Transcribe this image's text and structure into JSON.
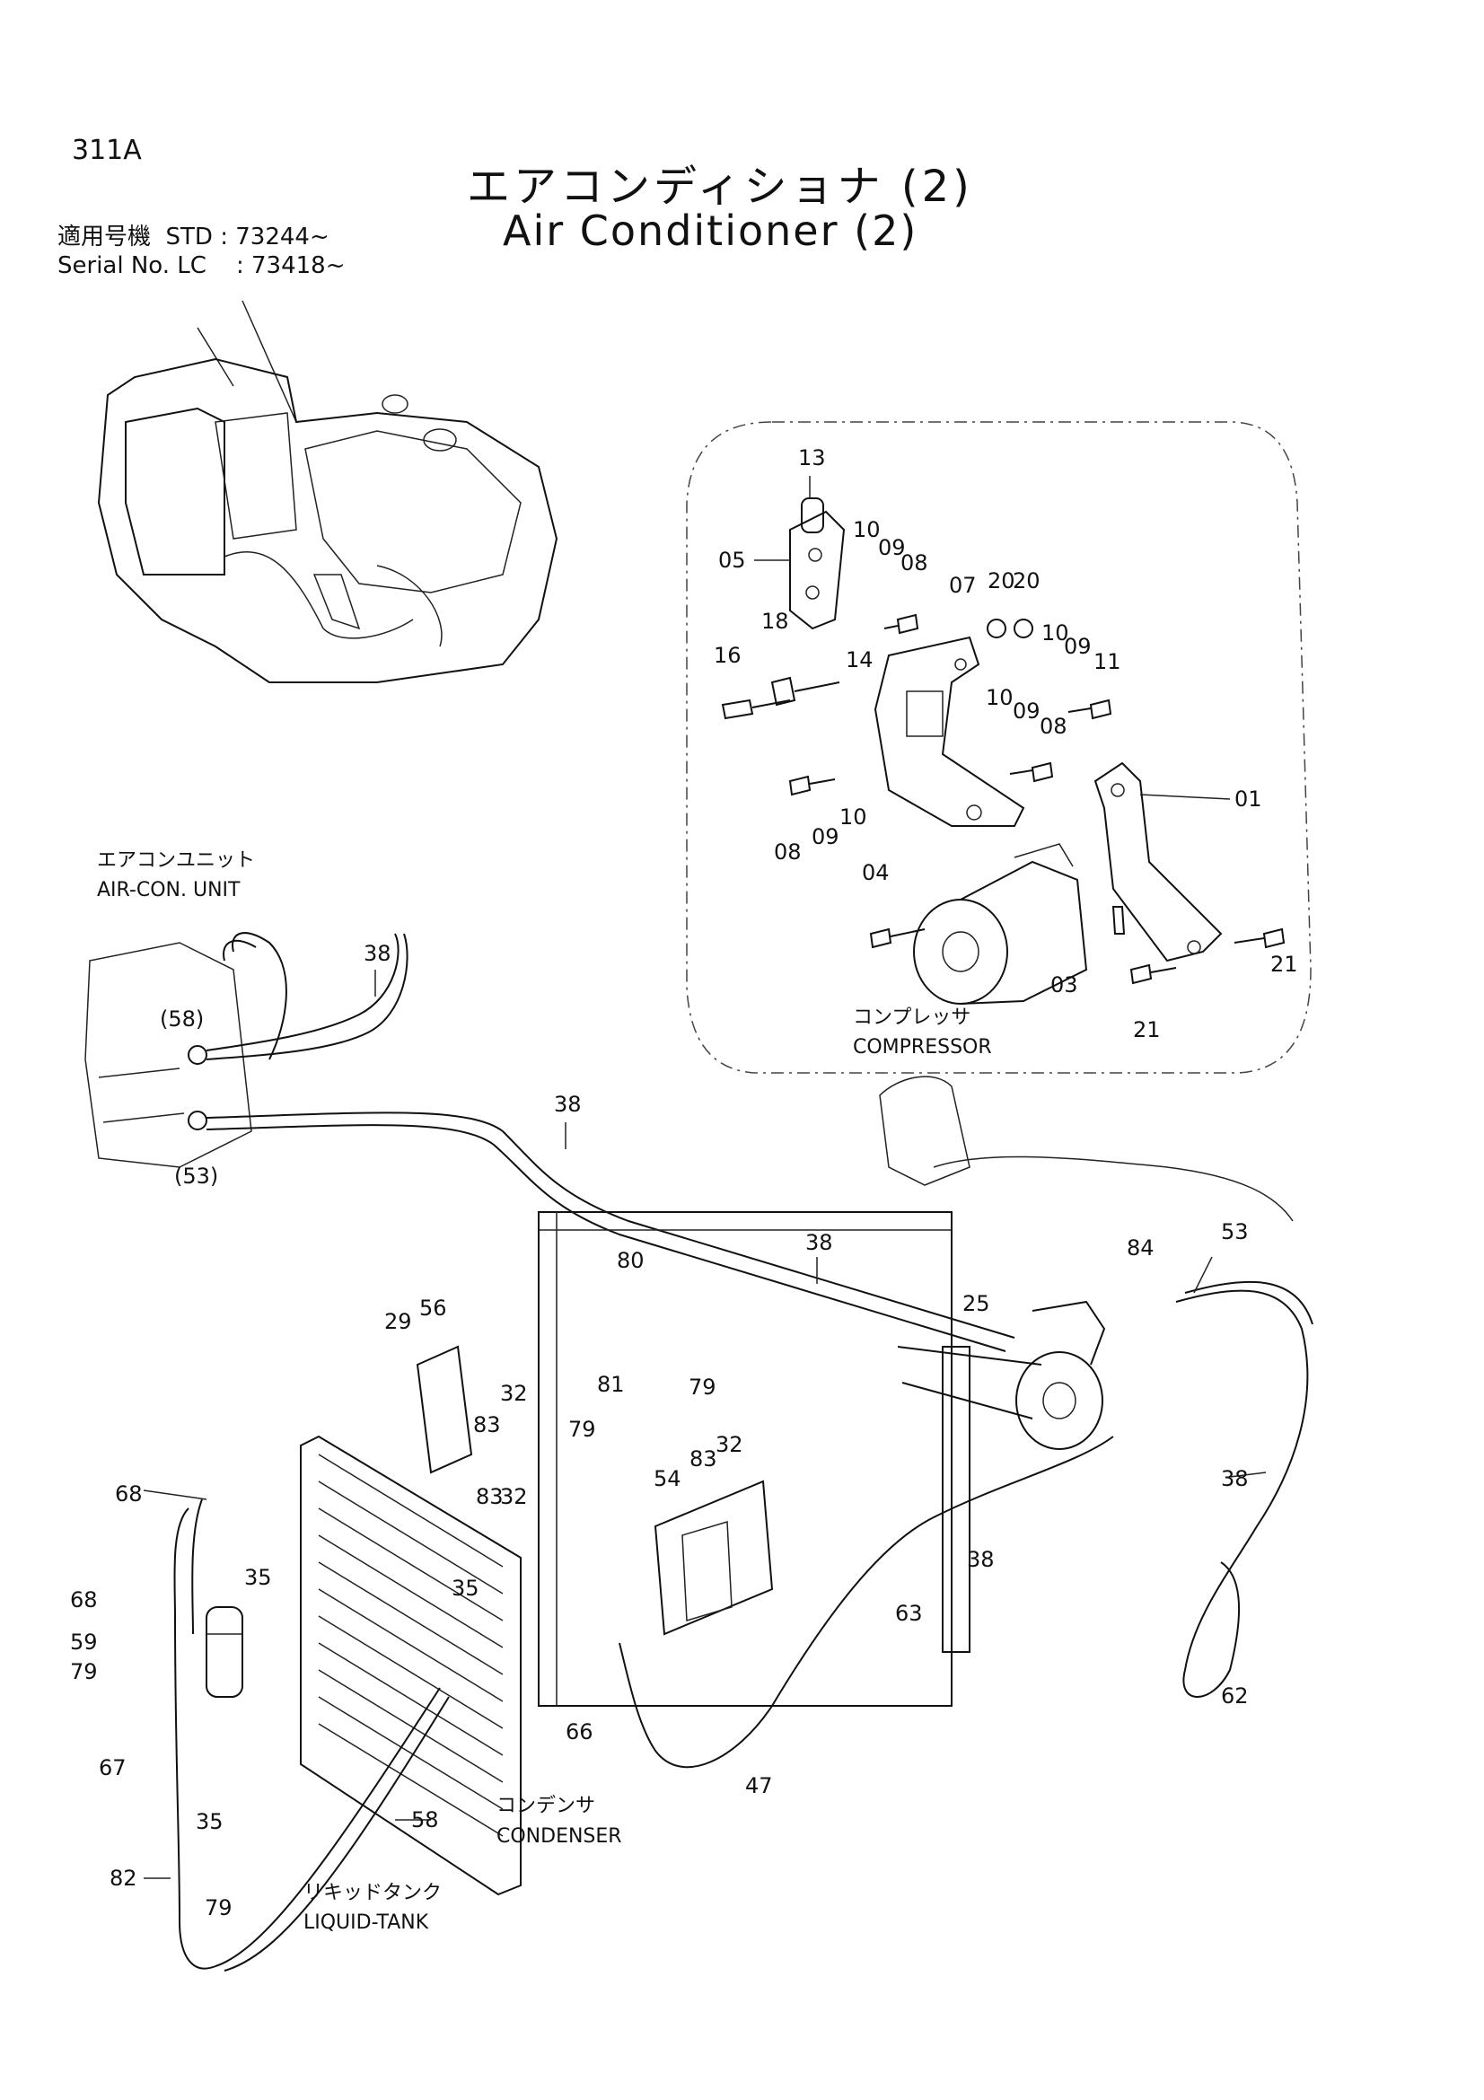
{
  "header": {
    "page_number": "311A",
    "title_jp": "エアコンディショナ (2)",
    "title_en": "Air Conditioner (2)",
    "serial": {
      "label_jp": "適用号機",
      "label_en": "Serial No.",
      "std": "STD : 73244~",
      "lc": "LC    : 73418~"
    }
  },
  "annotations": {
    "aircon_unit_jp": "エアコンユニット",
    "aircon_unit_en": "AIR-CON. UNIT",
    "compressor_jp": "コンプレッサ",
    "compressor_en": "COMPRESSOR",
    "condenser_jp": "コンデンサ",
    "condenser_en": "CONDENSER",
    "liquid_tank_jp": "リキッドタンク",
    "liquid_tank_en": "LIQUID-TANK"
  },
  "part_labels": [
    {
      "id": "p13",
      "text": "13"
    },
    {
      "id": "p05",
      "text": "05"
    },
    {
      "id": "p10a",
      "text": "10"
    },
    {
      "id": "p09a",
      "text": "09"
    },
    {
      "id": "p08a",
      "text": "08"
    },
    {
      "id": "p07",
      "text": "07"
    },
    {
      "id": "p20a",
      "text": "20"
    },
    {
      "id": "p20b",
      "text": "20"
    },
    {
      "id": "p18",
      "text": "18"
    },
    {
      "id": "p16",
      "text": "16"
    },
    {
      "id": "p14",
      "text": "14"
    },
    {
      "id": "p10b",
      "text": "10"
    },
    {
      "id": "p09b",
      "text": "09"
    },
    {
      "id": "p11",
      "text": "11"
    },
    {
      "id": "p10c",
      "text": "10"
    },
    {
      "id": "p09c",
      "text": "09"
    },
    {
      "id": "p08b",
      "text": "08"
    },
    {
      "id": "p08c",
      "text": "08"
    },
    {
      "id": "p09d",
      "text": "09"
    },
    {
      "id": "p10d",
      "text": "10"
    },
    {
      "id": "p01",
      "text": "01"
    },
    {
      "id": "p04",
      "text": "04"
    },
    {
      "id": "p21a",
      "text": "21"
    },
    {
      "id": "p03",
      "text": "03"
    },
    {
      "id": "p21b",
      "text": "21"
    },
    {
      "id": "p38a",
      "text": "38"
    },
    {
      "id": "p58",
      "text": "(58)"
    },
    {
      "id": "p53a",
      "text": "(53)"
    },
    {
      "id": "p38b",
      "text": "38"
    },
    {
      "id": "p38c",
      "text": "38"
    },
    {
      "id": "p80",
      "text": "80"
    },
    {
      "id": "p84",
      "text": "84"
    },
    {
      "id": "p53b",
      "text": "53"
    },
    {
      "id": "p25",
      "text": "25"
    },
    {
      "id": "p29",
      "text": "29"
    },
    {
      "id": "p56",
      "text": "56"
    },
    {
      "id": "p81",
      "text": "81"
    },
    {
      "id": "p79a",
      "text": "79"
    },
    {
      "id": "p32a",
      "text": "32"
    },
    {
      "id": "p83a",
      "text": "83"
    },
    {
      "id": "p79b",
      "text": "79"
    },
    {
      "id": "p83b",
      "text": "83"
    },
    {
      "id": "p32b",
      "text": "32"
    },
    {
      "id": "p54",
      "text": "54"
    },
    {
      "id": "p83c",
      "text": "83"
    },
    {
      "id": "p32c",
      "text": "32"
    },
    {
      "id": "p38d",
      "text": "38"
    },
    {
      "id": "p38e",
      "text": "38"
    },
    {
      "id": "p68a",
      "text": "68"
    },
    {
      "id": "p35a",
      "text": "35"
    },
    {
      "id": "p68b",
      "text": "68"
    },
    {
      "id": "p59",
      "text": "59"
    },
    {
      "id": "p79c",
      "text": "79"
    },
    {
      "id": "p35b",
      "text": "35"
    },
    {
      "id": "p63",
      "text": "63"
    },
    {
      "id": "p62",
      "text": "62"
    },
    {
      "id": "p66",
      "text": "66"
    },
    {
      "id": "p67",
      "text": "67"
    },
    {
      "id": "p35c",
      "text": "35"
    },
    {
      "id": "p47",
      "text": "47"
    },
    {
      "id": "p58b",
      "text": "58"
    },
    {
      "id": "p82",
      "text": "82"
    },
    {
      "id": "p79d",
      "text": "79"
    }
  ]
}
